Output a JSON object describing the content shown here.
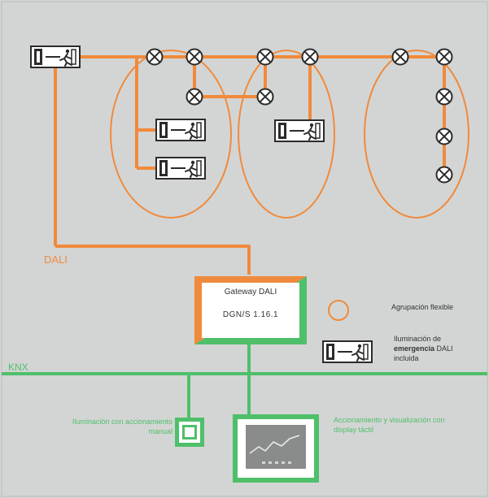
{
  "bus_labels": {
    "dali": "DALI",
    "knx": "KNX"
  },
  "gateway": {
    "title": "Gateway DALI",
    "model": "DGN/S 1.16.1"
  },
  "legend": {
    "flexible_grouping": "Agrupación flexible",
    "emergency_line1": "Iluminación de",
    "emergency_bold": "emergencia",
    "emergency_line2_rest": " DALI",
    "emergency_line3": "incluida"
  },
  "devices": {
    "manual_control": "Iluminación con accionamiento manual",
    "touch_display": "Accionamiento y visualización con display táctil"
  },
  "colors": {
    "dali_orange": "#f08a3c",
    "knx_green": "#4fbf6a",
    "background": "#d3d5d4"
  },
  "icons": {
    "luminaire": "cross-circle-lamp-icon",
    "emergency": "emergency-exit-sign-icon",
    "push_button": "push-button-icon",
    "touch_panel": "touch-display-icon"
  }
}
